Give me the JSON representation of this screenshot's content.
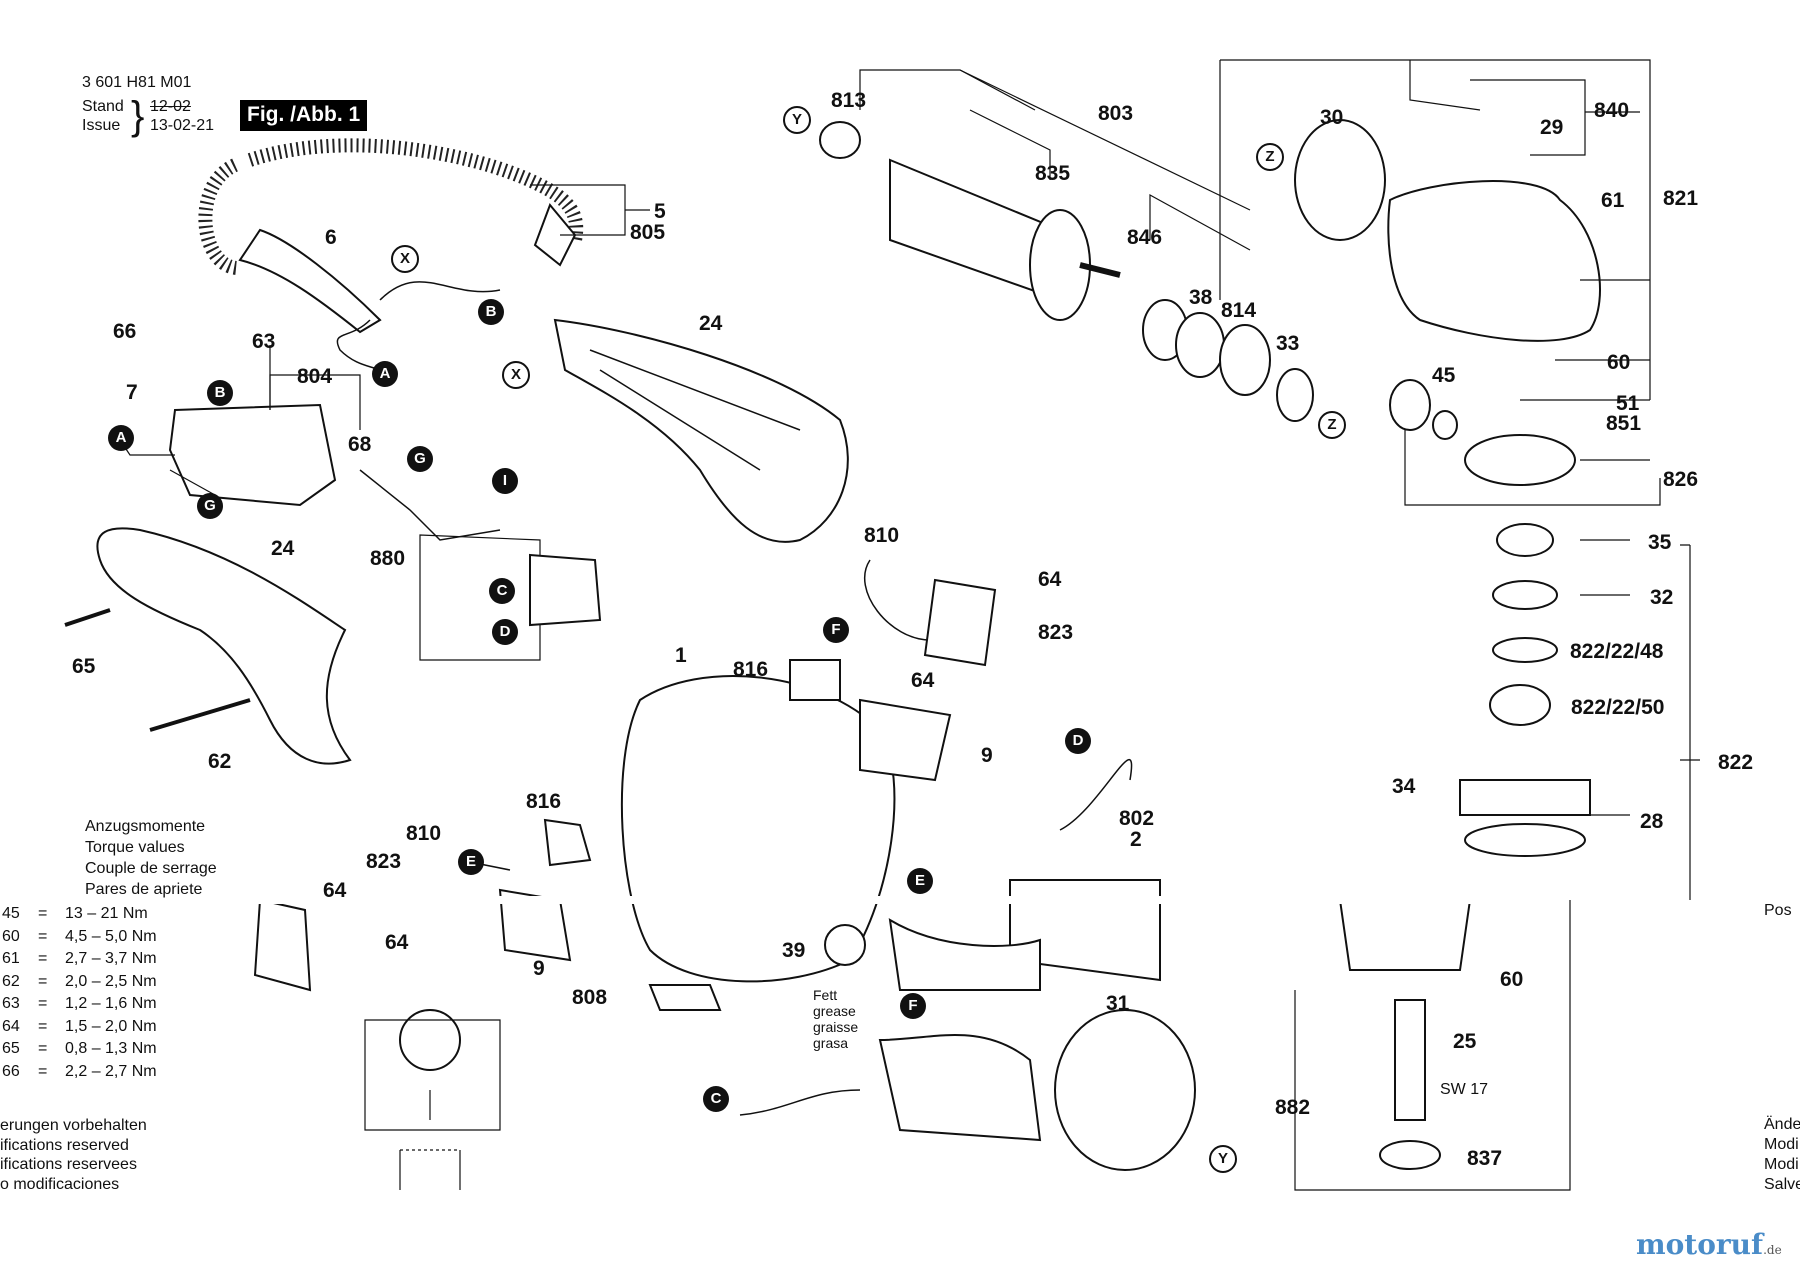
{
  "header": {
    "doc_number": "3 601 H81 M01",
    "stand_label": "Stand",
    "issue_label": "Issue",
    "stand_value": "12-02",
    "issue_value": "13-02-21",
    "figure": "Fig. /Abb. 1"
  },
  "torque": {
    "title_lines": [
      "Anzugsmomente",
      "Torque values",
      "Couple de serrage",
      "Pares de apriete"
    ],
    "rows": [
      {
        "pos": "45",
        "eq": "=",
        "val": "13 – 21 Nm"
      },
      {
        "pos": "60",
        "eq": "=",
        "val": "4,5 – 5,0 Nm"
      },
      {
        "pos": "61",
        "eq": "=",
        "val": "2,7 – 3,7 Nm"
      },
      {
        "pos": "62",
        "eq": "=",
        "val": "2,0 – 2,5 Nm"
      },
      {
        "pos": "63",
        "eq": "=",
        "val": "1,2 – 1,6 Nm"
      },
      {
        "pos": "64",
        "eq": "=",
        "val": "1,5 – 2,0 Nm"
      },
      {
        "pos": "65",
        "eq": "=",
        "val": "0,8 – 1,3 Nm"
      },
      {
        "pos": "66",
        "eq": "=",
        "val": "2,2 – 2,7 Nm"
      }
    ]
  },
  "disclaimer": [
    "erungen vorbehalten",
    "ifications reserved",
    "ifications reservees",
    "o modificaciones"
  ],
  "right_cut": {
    "pos": "Pos",
    "lines": [
      "Ände",
      "Modi",
      "Modi",
      "Salve"
    ]
  },
  "grease": [
    "Fett",
    "grease",
    "graisse",
    "grasa"
  ],
  "sw": "SW 17",
  "parts": [
    {
      "id": "p813",
      "text": "813"
    },
    {
      "id": "p803",
      "text": "803"
    },
    {
      "id": "p30",
      "text": "30"
    },
    {
      "id": "p840",
      "text": "840"
    },
    {
      "id": "p29",
      "text": "29"
    },
    {
      "id": "p835",
      "text": "835"
    },
    {
      "id": "p61",
      "text": "61"
    },
    {
      "id": "p821",
      "text": "821"
    },
    {
      "id": "p5",
      "text": "5"
    },
    {
      "id": "p805",
      "text": "805"
    },
    {
      "id": "p6",
      "text": "6"
    },
    {
      "id": "p846",
      "text": "846"
    },
    {
      "id": "p38",
      "text": "38"
    },
    {
      "id": "p814",
      "text": "814"
    },
    {
      "id": "p33",
      "text": "33"
    },
    {
      "id": "p24a",
      "text": "24"
    },
    {
      "id": "p66",
      "text": "66"
    },
    {
      "id": "p63",
      "text": "63"
    },
    {
      "id": "p804",
      "text": "804"
    },
    {
      "id": "p7",
      "text": "7"
    },
    {
      "id": "p68",
      "text": "68"
    },
    {
      "id": "p45",
      "text": "45"
    },
    {
      "id": "p60a",
      "text": "60"
    },
    {
      "id": "p51",
      "text": "51"
    },
    {
      "id": "p851",
      "text": "851"
    },
    {
      "id": "p826",
      "text": "826"
    },
    {
      "id": "p810a",
      "text": "810"
    },
    {
      "id": "p35",
      "text": "35"
    },
    {
      "id": "p24b",
      "text": "24"
    },
    {
      "id": "p880",
      "text": "880"
    },
    {
      "id": "p64a",
      "text": "64"
    },
    {
      "id": "p32",
      "text": "32"
    },
    {
      "id": "p823a",
      "text": "823"
    },
    {
      "id": "p65",
      "text": "65"
    },
    {
      "id": "p822_48",
      "text": "822/22/48"
    },
    {
      "id": "p1",
      "text": "1"
    },
    {
      "id": "p816a",
      "text": "816"
    },
    {
      "id": "p64b",
      "text": "64"
    },
    {
      "id": "p822_50",
      "text": "822/22/50"
    },
    {
      "id": "p9a",
      "text": "9"
    },
    {
      "id": "p822",
      "text": "822"
    },
    {
      "id": "p62",
      "text": "62"
    },
    {
      "id": "p34",
      "text": "34"
    },
    {
      "id": "p816b",
      "text": "816"
    },
    {
      "id": "p802",
      "text": "802"
    },
    {
      "id": "p28",
      "text": "28"
    },
    {
      "id": "p810b",
      "text": "810"
    },
    {
      "id": "p2",
      "text": "2"
    },
    {
      "id": "p823b",
      "text": "823"
    },
    {
      "id": "p64c",
      "text": "64"
    },
    {
      "id": "p64d",
      "text": "64"
    },
    {
      "id": "p39",
      "text": "39"
    },
    {
      "id": "p9b",
      "text": "9"
    },
    {
      "id": "p60b",
      "text": "60"
    },
    {
      "id": "p808",
      "text": "808"
    },
    {
      "id": "p31",
      "text": "31"
    },
    {
      "id": "p25",
      "text": "25"
    },
    {
      "id": "p882",
      "text": "882"
    },
    {
      "id": "p837",
      "text": "837"
    }
  ],
  "badges": [
    {
      "id": "bB1",
      "text": "B"
    },
    {
      "id": "bA1",
      "text": "A"
    },
    {
      "id": "bB2",
      "text": "B"
    },
    {
      "id": "bA2",
      "text": "A"
    },
    {
      "id": "bG1",
      "text": "G"
    },
    {
      "id": "bG2",
      "text": "G"
    },
    {
      "id": "bI",
      "text": "I"
    },
    {
      "id": "bC1",
      "text": "C"
    },
    {
      "id": "bD1",
      "text": "D"
    },
    {
      "id": "bF1",
      "text": "F"
    },
    {
      "id": "bD2",
      "text": "D"
    },
    {
      "id": "bE1",
      "text": "E"
    },
    {
      "id": "bE2",
      "text": "E"
    },
    {
      "id": "bF2",
      "text": "F"
    },
    {
      "id": "bC2",
      "text": "C"
    }
  ],
  "obadges": [
    {
      "id": "oY1",
      "text": "Y"
    },
    {
      "id": "oZ1",
      "text": "Z"
    },
    {
      "id": "oX1",
      "text": "X"
    },
    {
      "id": "oX2",
      "text": "X"
    },
    {
      "id": "oZ2",
      "text": "Z"
    },
    {
      "id": "oY2",
      "text": "Y"
    }
  ],
  "logo": {
    "brand": "motoruf",
    "tld": ".de"
  }
}
